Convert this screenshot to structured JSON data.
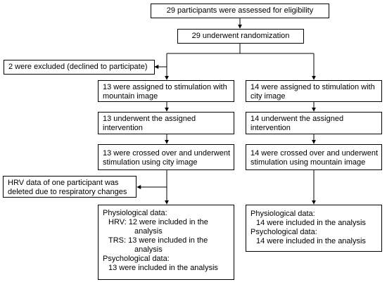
{
  "boxes": {
    "assessed": "29 participants were assessed for eligibility",
    "randomized": "29 underwent randomization",
    "excluded": "2 were excluded (declined to participate)",
    "left_assigned": [
      "13 were assigned to stimulation with",
      "mountain image"
    ],
    "right_assigned": [
      "14 were assigned to stimulation with",
      "city image"
    ],
    "left_intervention": [
      "13 underwent the assigned",
      "intervention"
    ],
    "right_intervention": [
      "14 underwent the assigned",
      "intervention"
    ],
    "left_crossed": [
      "13 were crossed over and underwent",
      "stimulation using city image"
    ],
    "right_crossed": [
      "14 were crossed over and underwent",
      "stimulation using mountain image"
    ],
    "hrv_deleted": [
      "HRV data of one participant was",
      "deleted due to respiratory changes"
    ],
    "left_results": {
      "physio_title": "Physiological data:",
      "hrv_line1": "HRV: 12 were included in the",
      "hrv_line2": "analysis",
      "trs_line1": "TRS: 13 were included in the",
      "trs_line2": "analysis",
      "psych_title": "Psychological data:",
      "psych_line": "13 were included in the analysis"
    },
    "right_results": {
      "physio_title": "Physiological data:",
      "physio_line": "14 were included in the analysis",
      "psych_title": "Psychological data:",
      "psych_line": "14 were included in the analysis"
    }
  }
}
